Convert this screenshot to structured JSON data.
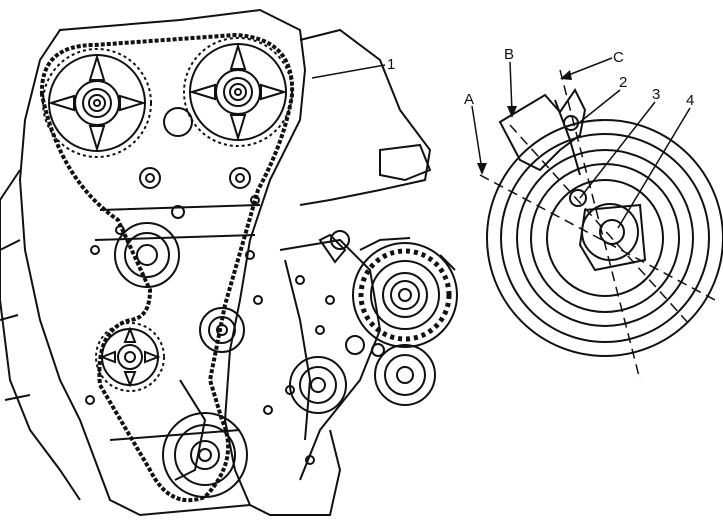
{
  "figure": {
    "callouts": [
      {
        "id": "1",
        "label": "1"
      },
      {
        "id": "2",
        "label": "2"
      },
      {
        "id": "3",
        "label": "3"
      },
      {
        "id": "4",
        "label": "4"
      },
      {
        "id": "A",
        "label": "A"
      },
      {
        "id": "B",
        "label": "B"
      },
      {
        "id": "C",
        "label": "C"
      }
    ]
  },
  "colors": {
    "ink": "#111111",
    "paper": "#ffffff"
  }
}
